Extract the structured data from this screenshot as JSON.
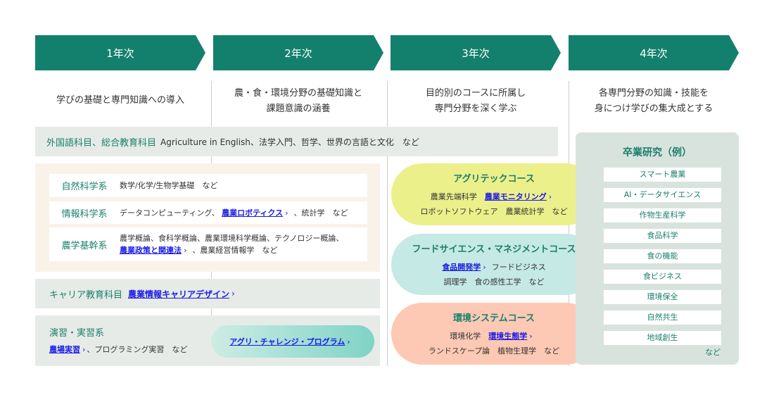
{
  "years": [
    {
      "label": "1年次",
      "intro": [
        "学びの基礎と専門知識への導入"
      ]
    },
    {
      "label": "2年次",
      "intro": [
        "農・食・環境分野の基礎知識と",
        "課題意識の涵養"
      ]
    },
    {
      "label": "3年次",
      "intro": [
        "目的別のコースに所属し",
        "専門分野を深く学ぶ"
      ]
    },
    {
      "label": "4年次",
      "intro": [
        "各専門分野の知識・技能を",
        "身につけ学びの集大成とする"
      ]
    }
  ],
  "foreign": {
    "label": "外国語科目、総合教育科目",
    "text": "Agriculture in English、法学入門、哲学、世界の言語と文化　など"
  },
  "fields": [
    {
      "label": "自然科学系",
      "text": "数学/化学/生物学基礎　など"
    },
    {
      "label": "情報科学系",
      "pre": "データコンピューティング、",
      "link": "農業ロボティクス",
      "post": "、統計学　など"
    },
    {
      "label": "農学基幹系",
      "line1": "農学概論、食科学概論、農業環境科学概論、テクノロジー概論、",
      "link": "農業政策と関連法",
      "post": "、農業経営情報学　など"
    }
  ],
  "career": {
    "label": "キャリア教育科目",
    "link": "農業情報キャリアデザイン"
  },
  "practice": {
    "label": "演習・実習系",
    "link": "農場実習",
    "post": "、プログラミング実習　など",
    "program": "アグリ・チャレンジ・プログラム"
  },
  "courses": [
    {
      "title": "アグリテックコース",
      "pre": "農業先端科学",
      "link": "農業モニタリング",
      "line2": "ロボットソフトウェア　農業統計学　など"
    },
    {
      "title": "フードサイエンス・マネジメントコース",
      "link": "食品開発学",
      "post": "フードビジネス",
      "line2": "調理学　食の感性工学　など"
    },
    {
      "title": "環境システムコース",
      "pre": "環境化学",
      "link": "環境生態学",
      "line2": "ランドスケープ論　植物生理学　など"
    }
  ],
  "graduation": {
    "title": "卒業研究（例）",
    "items": [
      "スマート農業",
      "AI・データサイエンス",
      "作物生産科学",
      "食品科学",
      "食の機能",
      "食ビジネス",
      "環境保全",
      "自然共生",
      "地域創生"
    ],
    "etc": "など"
  },
  "chevron": "›",
  "colors": {
    "header": "#13806d",
    "accent_text": "#1a7f6b",
    "link": "#1a1ae6",
    "agritech": "#ecf08a",
    "food": "#c5e9e4",
    "env": "#fdc9b4"
  }
}
